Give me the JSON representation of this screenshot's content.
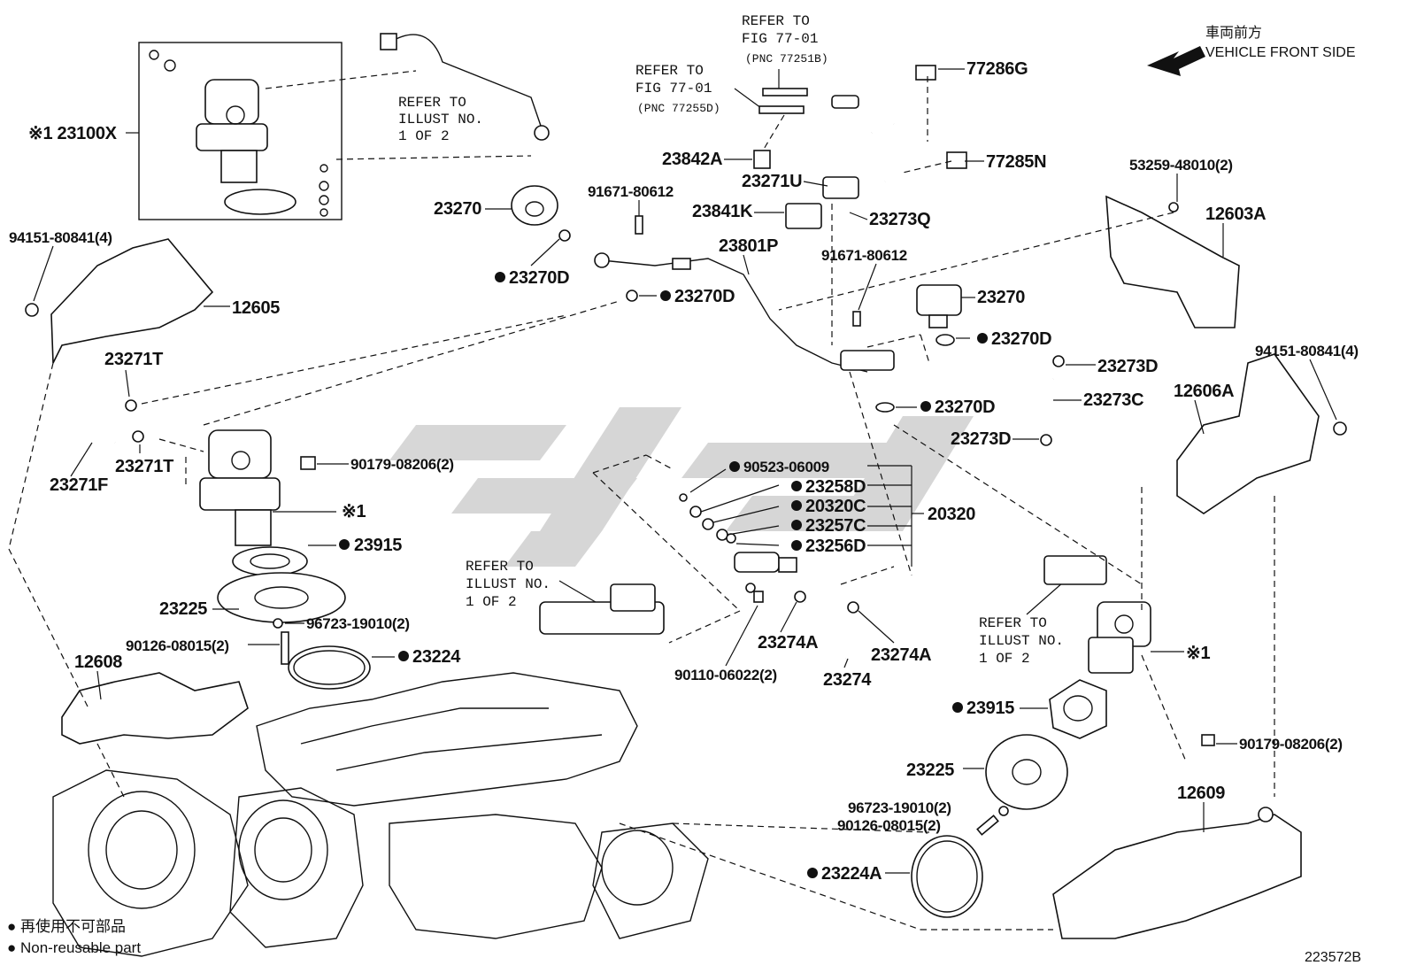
{
  "front_side": {
    "jp": "車両前方",
    "en": "VEHICLE FRONT SIDE"
  },
  "refer_fig_1": [
    "REFER TO",
    "FIG 77-01",
    "(PNC 77251B)"
  ],
  "refer_fig_2": [
    "REFER TO",
    "FIG 77-01",
    "(PNC 77255D)"
  ],
  "refer_illust": [
    "REFER TO",
    "ILLUST NO.",
    "1 OF 2"
  ],
  "labels": {
    "l23100X": "※1 23100X",
    "l77286G": "77286G",
    "l77285N": "77285N",
    "l23842A": "23842A",
    "l23271U": "23271U",
    "l23841K": "23841K",
    "l23273Q": "23273Q",
    "l53259": "53259-48010(2)",
    "l12603A": "12603A",
    "l23270a": "23270",
    "l91671a": "91671-80612",
    "l23801P": "23801P",
    "l94151a": "94151-80841(4)",
    "l12605": "12605",
    "l23270Da": "23270D",
    "l23270Db": "23270D",
    "l91671b": "91671-80612",
    "l23270b": "23270",
    "l23270Dc": "23270D",
    "l94151b": "94151-80841(4)",
    "l23273D1": "23273D",
    "l23271T1": "23271T",
    "l23273C": "23273C",
    "l12606A": "12606A",
    "l23270Dd": "23270D",
    "l23273D2": "23273D",
    "l23271F": "23271F",
    "l23271T2": "23271T",
    "l90179a": "90179-08206(2)",
    "l90523": "90523-06009",
    "l23258D": "23258D",
    "l20320C": "20320C",
    "l20320": "20320",
    "l23257C": "23257C",
    "l23256D": "23256D",
    "lx1a": "※1",
    "l23915a": "23915",
    "l23225a": "23225",
    "l96723a": "96723-19010(2)",
    "l90126a": "90126-08015(2)",
    "l23224": "23224",
    "l12608": "12608",
    "l23274A1": "23274A",
    "l23274A2": "23274A",
    "l23274": "23274",
    "l90110": "90110-06022(2)",
    "lx1b": "※1",
    "l23915b": "23915",
    "l90179b": "90179-08206(2)",
    "l23225b": "23225",
    "l12609": "12609",
    "l96723b": "96723-19010(2)",
    "l90126b": "90126-08015(2)",
    "l23224A": "23224A"
  },
  "legend": {
    "jp": "● 再使用不可部品",
    "en": "● Non-reusable part"
  },
  "figure_id": "223572B"
}
